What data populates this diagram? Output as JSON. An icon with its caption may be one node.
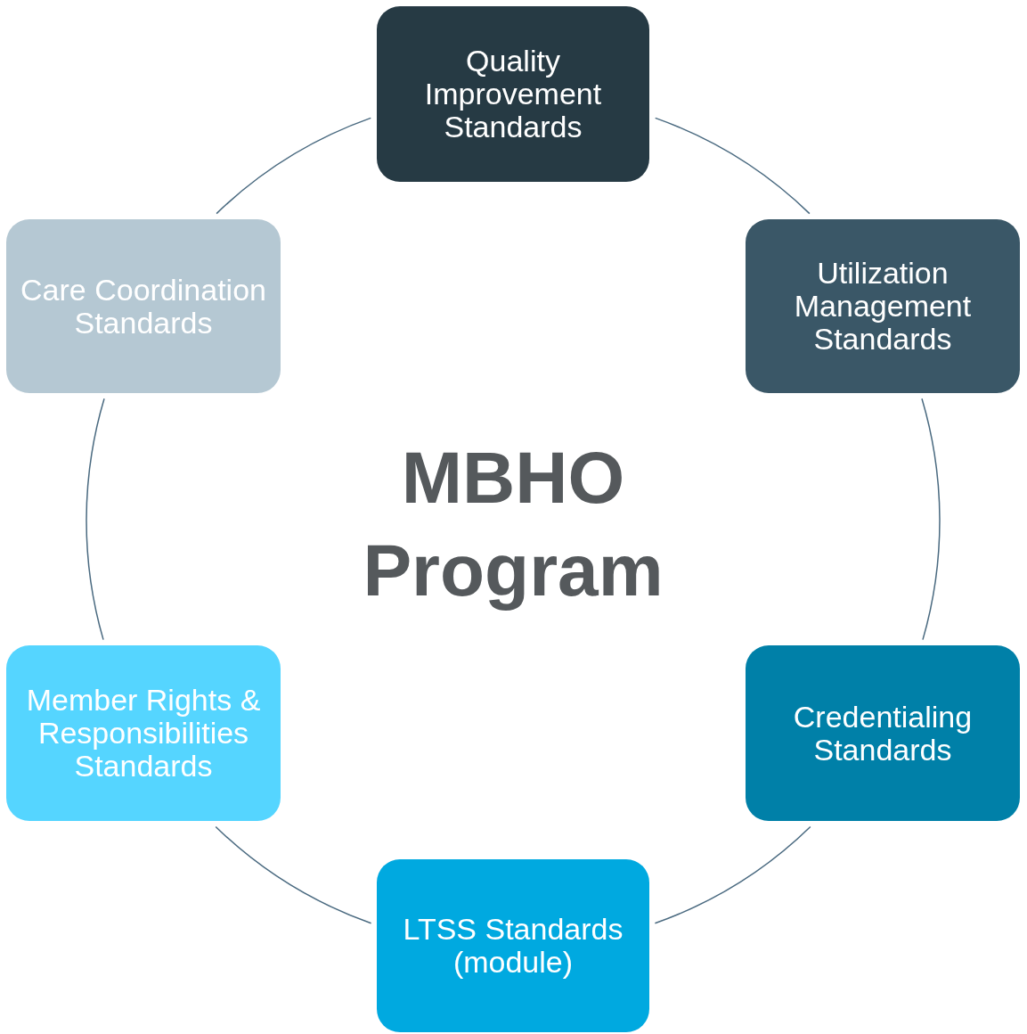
{
  "diagram": {
    "nodes": [
      {
        "text": [
          "Quality Improvement Standards"
        ]
      },
      {
        "text": [
          "Care Coordination Standards"
        ]
      },
      {
        "text": [
          "Utilization Management Standards"
        ]
      },
      {
        "text": [
          "Member Rights & Responsibilities Standards"
        ]
      },
      {
        "text": [
          "Credentialing Standards"
        ]
      },
      {
        "text": [
          "LTSS Standards (module)"
        ]
      }
    ],
    "edges": [
      {
        "from": 0,
        "to": 2,
        "arrow": "none"
      },
      {
        "from": 2,
        "to": 4,
        "arrow": "none"
      },
      {
        "from": 4,
        "to": 5,
        "arrow": "none"
      },
      {
        "from": 5,
        "to": 3,
        "arrow": "none"
      },
      {
        "from": 3,
        "to": 1,
        "arrow": "none"
      },
      {
        "from": 1,
        "to": 0,
        "arrow": "none"
      }
    ],
    "labels": [
      "MBHO Program"
    ]
  }
}
